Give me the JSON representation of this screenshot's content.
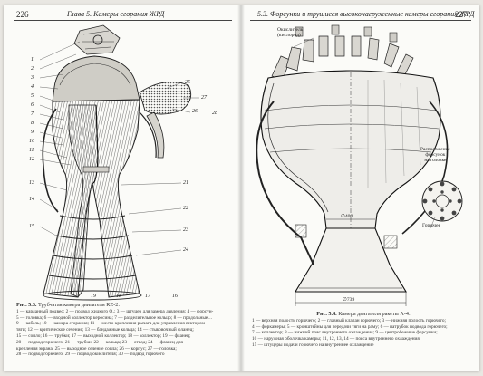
{
  "left_page": {
    "number": "226",
    "running_head": "Глава 5. Камеры сгорания ЖРД",
    "figure": {
      "label": "Рис. 5.3.",
      "title": "Трубчатая камера двигателя RZ-2:",
      "lines": [
        "1 — карданный подвес; 2 — подвод жидкого O₂; 3 — штуцер для замера давления; 4 — форсун-",
        "5 — головка; 6 — входной коллектор керосина; 7 — разделительное кольцо; 8 — продольные…",
        "9 — кабель; 10 — камера сгорания; 11 — место крепления рычага для управления вектором",
        "тяги; 12 — критическое сечение; 13 — бандажные кольца; 14 — стыковочный фланец;",
        "15 — сопло; 16 — трубки; 17 — выходной коллектор; 18 — коллектор; 19 — фланец;",
        "20 — подвод горючего; 21 — трубки; 22 — кольца; 23 — отвод; 24 — фланец для",
        "крепления экрана; 25 — выходное сечение сопла; 26 — корпус; 27 — головка;",
        "28 — подвод горючего; 29 — подвод окислителя; 30 — подвод горючего"
      ]
    },
    "callouts_left": [
      "1",
      "2",
      "3",
      "4",
      "5",
      "6",
      "7",
      "8",
      "9",
      "10",
      "11",
      "12",
      "13",
      "14",
      "15"
    ],
    "callouts_right": [
      "25",
      "26",
      "27",
      "28",
      "21",
      "22",
      "23",
      "24"
    ],
    "callouts_bottom": [
      "19",
      "18",
      "17",
      "16"
    ]
  },
  "right_page": {
    "number": "227",
    "running_head": "5.3. Форсунки и трущиеся высоконагруженные камеры сгорания ЖРД",
    "labels": {
      "oxidizer": "Окислитель\n(кислород)",
      "fuel": "Горючее",
      "layout": "Расположение\nфорсунок\nна головке",
      "dim_throat": "∅400",
      "dim_exit": "∅739"
    },
    "figure": {
      "label": "Рис. 5.4.",
      "title": "Камера двигателя ракеты A-4:",
      "lines": [
        "1 — верхняя полость горючего; 2 — главный клапан горючего; 3 — нижняя полость горючего;",
        "4 — форкамеры; 5 — кронштейны для передачи тяги на раму; 6 — патрубок подвода горючего;",
        "7 — коллектор; 8 — нижний пояс внутреннего охлаждения; 9 — центробежные форсунки;",
        "10 — наружная оболочка камеры; 11, 12, 13, 14 — пояса внутреннего охлаждения;",
        "15 — штуцеры подачи горючего на внутреннее охлаждение"
      ]
    }
  }
}
